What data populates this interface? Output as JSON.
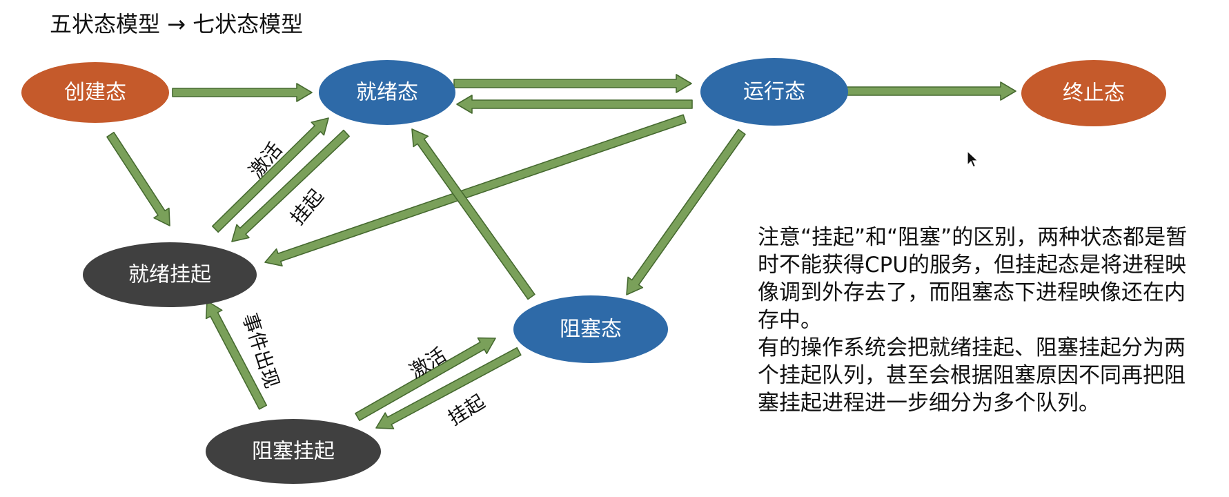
{
  "title": "五状态模型 → 七状态模型",
  "nodes": {
    "create": {
      "label": "创建态",
      "color": "#c55a2b"
    },
    "ready": {
      "label": "就绪态",
      "color": "#2e6aa8"
    },
    "running": {
      "label": "运行态",
      "color": "#2e6aa8"
    },
    "terminated": {
      "label": "终止态",
      "color": "#c55a2b"
    },
    "ready_suspend": {
      "label": "就绪挂起",
      "color": "#404040"
    },
    "blocked": {
      "label": "阻塞态",
      "color": "#2e6aa8"
    },
    "blocked_suspend": {
      "label": "阻塞挂起",
      "color": "#404040"
    }
  },
  "edge_labels": {
    "activate_ready": "激活",
    "suspend_ready": "挂起",
    "event_occurs": "事件出现",
    "activate_blocked": "激活",
    "suspend_blocked": "挂起"
  },
  "note": {
    "paragraph1": "注意“挂起”和“阻塞”的区别，两种状态都是暂时不能获得CPU的服务，但挂起态是将进程映像调到外存去了，而阻塞态下进程映像还在内存中。",
    "paragraph2": "有的操作系统会把就绪挂起、阻塞挂起分为两个挂起队列，甚至会根据阻塞原因不同再把阻塞挂起进程进一步细分为多个队列。"
  },
  "colors": {
    "arrow_fill": "#7aa05a",
    "arrow_stroke": "#466a30"
  }
}
